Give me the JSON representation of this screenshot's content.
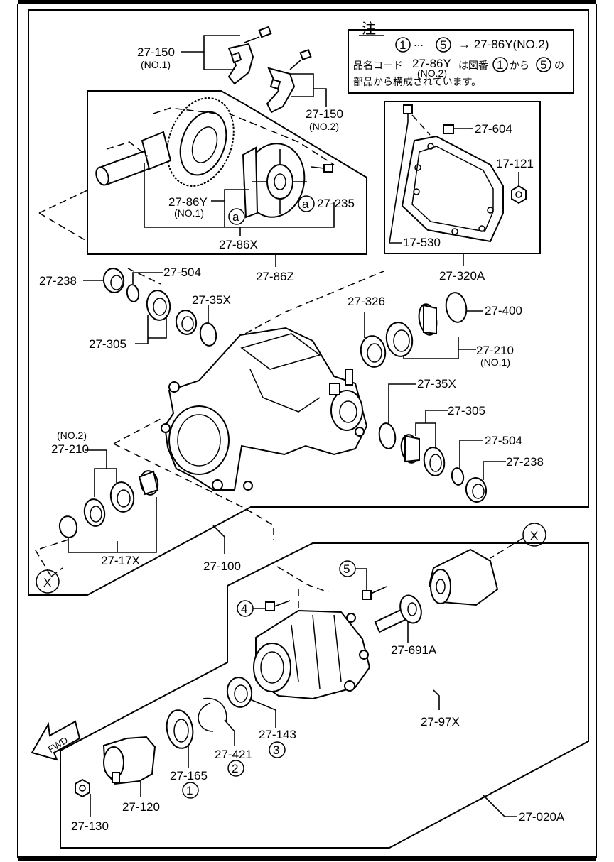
{
  "note": {
    "title": "注",
    "line1_circ_a": "1",
    "line1_dots": "···",
    "line1_circ_b": "5",
    "line1_ref": "→ 27-86Y(NO.2)",
    "line2_prefix": "品名コード",
    "line2_code": "27-86Y",
    "line2_code_sub": "(NO.2)",
    "line2_mid": "は図番",
    "line2_circ_a": "1",
    "line2_kara": "から",
    "line2_circ_b": "5",
    "line2_no": "の",
    "line3": "部品から構成されています。"
  },
  "labels": {
    "l_27_150_no1": "27-150",
    "l_27_150_no1_sub": "(NO.1)",
    "l_27_150_no2": "27-150",
    "l_27_150_no2_sub": "(NO.2)",
    "l_27_604": "27-604",
    "l_17_121": "17-121",
    "l_17_530": "17-530",
    "l_27_320a": "27-320A",
    "l_27_86y_no1": "27-86Y",
    "l_27_86y_no1_sub": "(NO.1)",
    "l_27_235": "27-235",
    "l_27_86x": "27-86X",
    "l_27_86z": "27-86Z",
    "l_27_238_left": "27-238",
    "l_27_504_left": "27-504",
    "l_27_35x_left": "27-35X",
    "l_27_305_left": "27-305",
    "l_27_326": "27-326",
    "l_27_400": "27-400",
    "l_27_210_no1": "27-210",
    "l_27_210_no1_sub": "(NO.1)",
    "l_27_35x_right": "27-35X",
    "l_27_305_right": "27-305",
    "l_27_504_right": "27-504",
    "l_27_238_right": "27-238",
    "l_27_210_no2_sub": "(NO.2)",
    "l_27_210_no2": "27-210",
    "l_27_17x": "27-17X",
    "l_27_100": "27-100",
    "l_27_691a": "27-691A",
    "l_27_97x": "27-97X",
    "l_27_143": "27-143",
    "l_27_421": "27-421",
    "l_27_165": "27-165",
    "l_27_120": "27-120",
    "l_27_130": "27-130",
    "l_27_020a": "27-020A",
    "fwd": "FWD"
  },
  "markers": {
    "a_left": "a",
    "a_right": "a",
    "x_left": "X",
    "x_right": "X",
    "n1": "1",
    "n2": "2",
    "n3": "3",
    "n4": "4",
    "n5": "5"
  },
  "icons": [
    "bolt-icon",
    "ring-gear-icon",
    "differential-case-icon",
    "cover-plate-icon",
    "nut-icon",
    "bearing-icon",
    "oil-seal-icon",
    "shim-icon",
    "carrier-housing-icon",
    "pinion-shaft-icon",
    "companion-flange-icon",
    "fwd-arrow-icon"
  ]
}
